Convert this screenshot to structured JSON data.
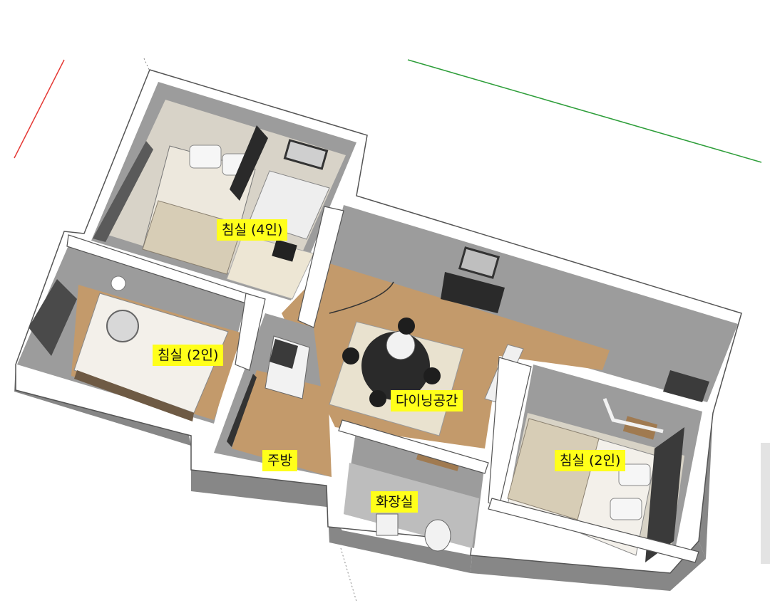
{
  "colors": {
    "label_bg": "#ffff1a",
    "wall_top": "#ffffff",
    "wall_side": "#8a8a8a",
    "wall_inner": "#9a9a9a",
    "floor_wood": "#c39a6b",
    "floor_bedroom": "#d9d3c6",
    "floor_tile": "#bdbdbd",
    "axis_red": "#e53935",
    "axis_green": "#2e9e3a"
  },
  "rooms": [
    {
      "id": "bedroom-4",
      "label": "침실 (4인)"
    },
    {
      "id": "bedroom-2-left",
      "label": "침실 (2인)"
    },
    {
      "id": "dining",
      "label": "다이닝공간"
    },
    {
      "id": "kitchen",
      "label": "주방"
    },
    {
      "id": "bathroom",
      "label": "화장실"
    },
    {
      "id": "bedroom-2-right",
      "label": "침실 (2인)"
    }
  ]
}
